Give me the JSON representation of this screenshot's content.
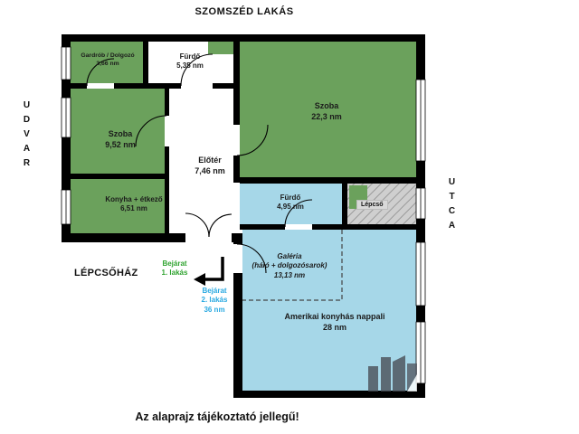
{
  "page": {
    "top_label": "SZOMSZÉD LAKÁS",
    "left_label": "UDVAR",
    "right_label": "UTCA",
    "stairwell_label": "LÉPCSŐHÁZ",
    "disclaimer": "Az alaprajz tájékoztató jellegű!"
  },
  "colors": {
    "apartment1_green": "#6BA15C",
    "apartment2_blue": "#A6D7E8",
    "stairs_gray": "#CFCFCF",
    "wall_black": "#000000",
    "entrance1_text_green": "#2FA32F",
    "entrance2_text_blue": "#29A9E1"
  },
  "rooms": {
    "gardrob": {
      "name": "Gardrób / Dolgozó",
      "area": "3,66 nm"
    },
    "furdo_felso": {
      "name": "Fürdő",
      "area": "5,35 nm"
    },
    "szoba_nagy": {
      "name": "Szoba",
      "area": "22,3 nm"
    },
    "szoba_kicsi": {
      "name": "Szoba",
      "area": "9,52 nm"
    },
    "eloter": {
      "name": "Előtér",
      "area": "7,46 nm"
    },
    "konyha": {
      "name": "Konyha + étkező",
      "area": "6,51 nm"
    },
    "furdo_also": {
      "name": "Fürdő",
      "area": "4,95 nm"
    },
    "lepcso": {
      "name": "Lépcső"
    },
    "galeria": {
      "name": "Galéria",
      "subtitle": "(háló + dolgozósarok)",
      "area": "13,13 nm"
    },
    "nappali": {
      "name": "Amerikai konyhás nappali",
      "area": "28 nm"
    }
  },
  "entrances": {
    "lakas1": {
      "line1": "Bejárat",
      "line2": "1. lakás"
    },
    "lakas2": {
      "line1": "Bejárat",
      "line2": "2. lakás",
      "line3": "36 nm"
    }
  },
  "icons": {
    "entrance_arrow": "elbow-arrow-left",
    "watermark": "agency-watermark-logo"
  }
}
